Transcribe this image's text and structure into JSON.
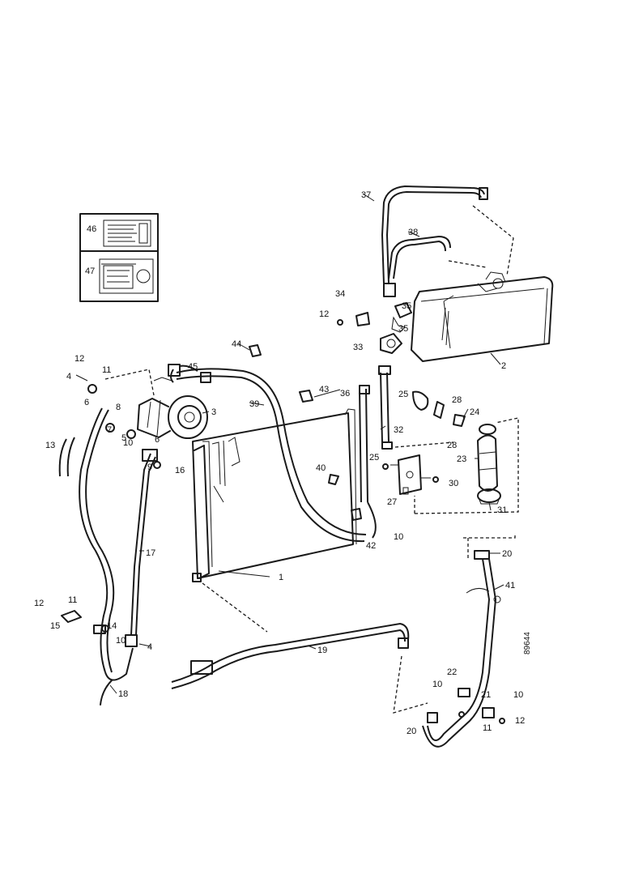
{
  "figure_ref": "89644",
  "inset_labels": [
    "46",
    "47"
  ],
  "callouts": [
    {
      "id": "c1",
      "text": "1"
    },
    {
      "id": "c2",
      "text": "2"
    },
    {
      "id": "c3",
      "text": "3"
    },
    {
      "id": "c4a",
      "text": "4"
    },
    {
      "id": "c4b",
      "text": "4"
    },
    {
      "id": "c5",
      "text": "5"
    },
    {
      "id": "c6a",
      "text": "6"
    },
    {
      "id": "c6b",
      "text": "6"
    },
    {
      "id": "c7",
      "text": "7"
    },
    {
      "id": "c8",
      "text": "8"
    },
    {
      "id": "c9",
      "text": "9"
    },
    {
      "id": "c10a",
      "text": "10"
    },
    {
      "id": "c10b",
      "text": "10"
    },
    {
      "id": "c10c",
      "text": "10"
    },
    {
      "id": "c10d",
      "text": "10"
    },
    {
      "id": "c10e",
      "text": "10"
    },
    {
      "id": "c11a",
      "text": "11"
    },
    {
      "id": "c11b",
      "text": "11"
    },
    {
      "id": "c11c",
      "text": "11"
    },
    {
      "id": "c12a",
      "text": "12"
    },
    {
      "id": "c12b",
      "text": "12"
    },
    {
      "id": "c12c",
      "text": "12"
    },
    {
      "id": "c12d",
      "text": "12"
    },
    {
      "id": "c13",
      "text": "13"
    },
    {
      "id": "c14",
      "text": "14"
    },
    {
      "id": "c15",
      "text": "15"
    },
    {
      "id": "c16",
      "text": "16"
    },
    {
      "id": "c17",
      "text": "17"
    },
    {
      "id": "c18",
      "text": "18"
    },
    {
      "id": "c19",
      "text": "19"
    },
    {
      "id": "c20a",
      "text": "20"
    },
    {
      "id": "c20b",
      "text": "20"
    },
    {
      "id": "c21",
      "text": "21"
    },
    {
      "id": "c22",
      "text": "22"
    },
    {
      "id": "c23",
      "text": "23"
    },
    {
      "id": "c24",
      "text": "24"
    },
    {
      "id": "c25a",
      "text": "25"
    },
    {
      "id": "c25b",
      "text": "25"
    },
    {
      "id": "c27",
      "text": "27"
    },
    {
      "id": "c28a",
      "text": "28"
    },
    {
      "id": "c28b",
      "text": "28"
    },
    {
      "id": "c30",
      "text": "30"
    },
    {
      "id": "c31",
      "text": "31"
    },
    {
      "id": "c32",
      "text": "32"
    },
    {
      "id": "c33",
      "text": "33"
    },
    {
      "id": "c34",
      "text": "34"
    },
    {
      "id": "c35a",
      "text": "35"
    },
    {
      "id": "c35b",
      "text": "35"
    },
    {
      "id": "c36",
      "text": "36"
    },
    {
      "id": "c37",
      "text": "37"
    },
    {
      "id": "c38",
      "text": "38"
    },
    {
      "id": "c39",
      "text": "39"
    },
    {
      "id": "c40",
      "text": "40"
    },
    {
      "id": "c41",
      "text": "41"
    },
    {
      "id": "c42",
      "text": "42"
    },
    {
      "id": "c43",
      "text": "43"
    },
    {
      "id": "c44",
      "text": "44"
    },
    {
      "id": "c45",
      "text": "45"
    }
  ]
}
